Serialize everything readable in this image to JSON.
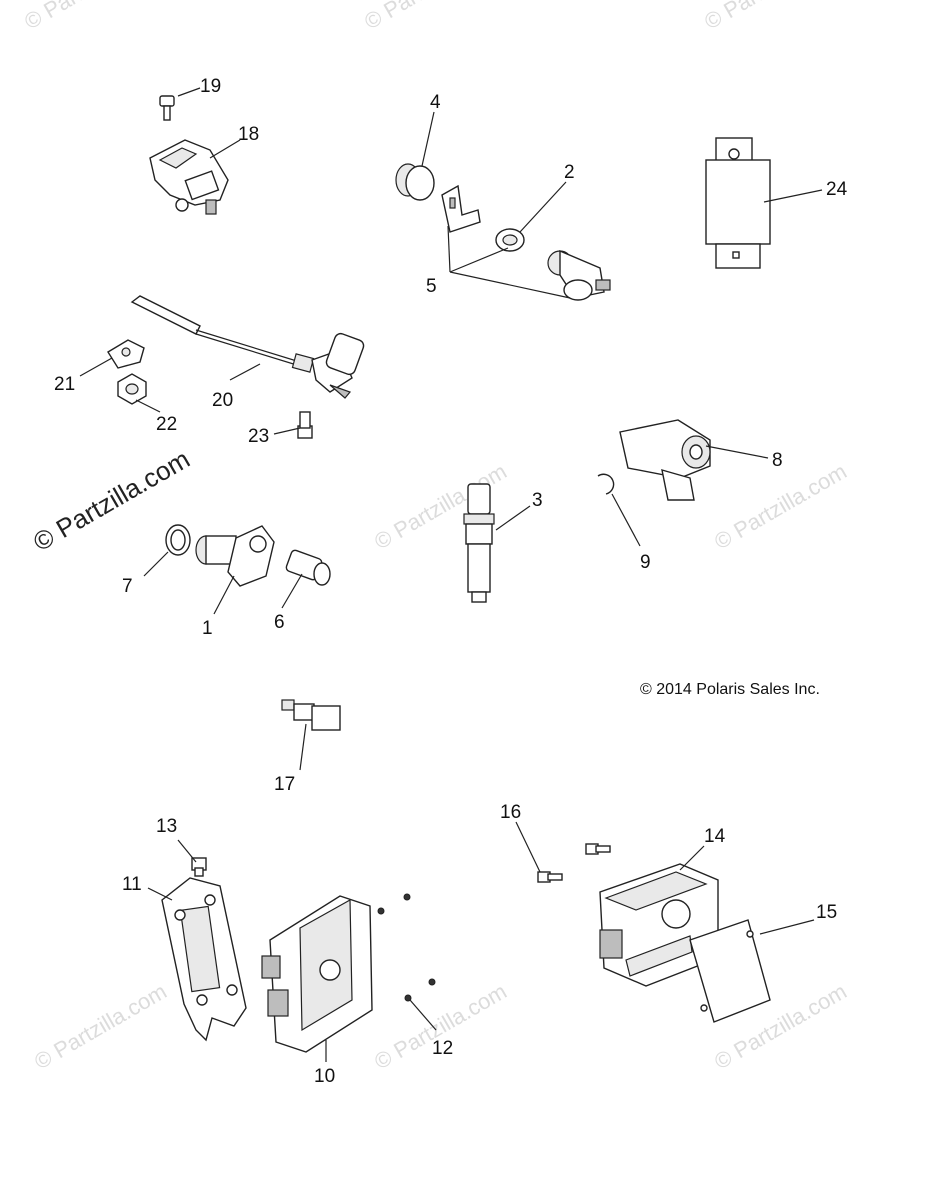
{
  "copyright": "© 2014 Polaris Sales Inc.",
  "watermark": "© Partzilla.com",
  "callouts": [
    "1",
    "2",
    "3",
    "4",
    "5",
    "6",
    "7",
    "8",
    "9",
    "10",
    "11",
    "12",
    "13",
    "14",
    "15",
    "16",
    "17",
    "18",
    "19",
    "20",
    "21",
    "22",
    "23",
    "24"
  ]
}
